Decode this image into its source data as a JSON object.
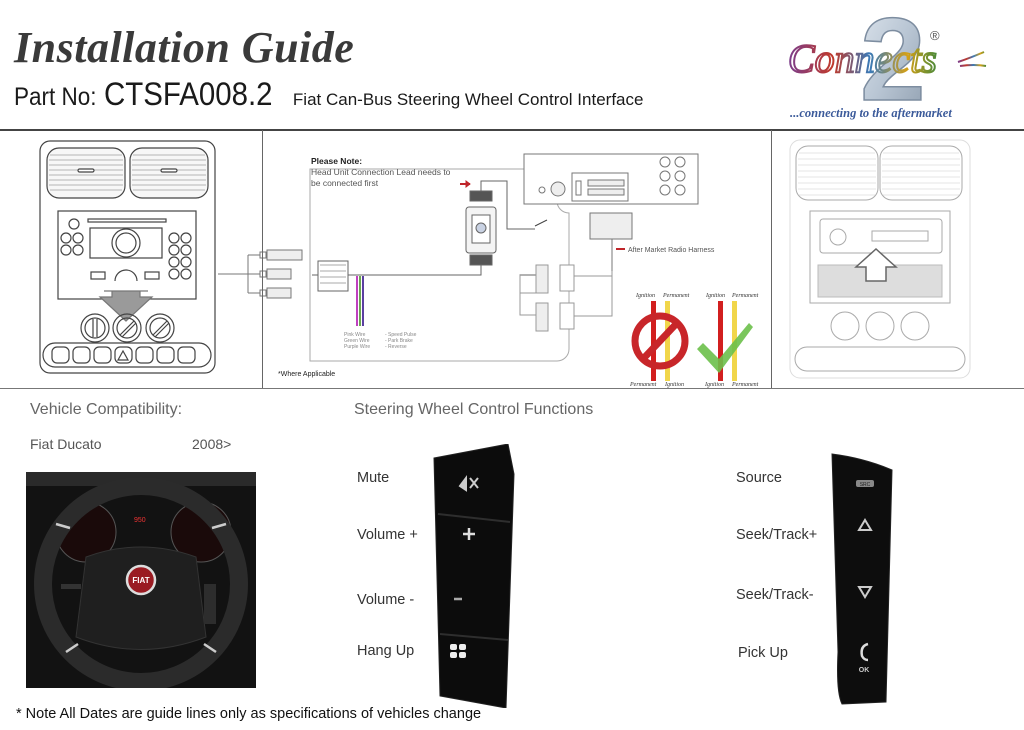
{
  "header": {
    "title": "Installation Guide",
    "part_label": "Part No:",
    "part_number": "CTSFA008.2",
    "part_description": "Fiat Can-Bus Steering Wheel Control Interface"
  },
  "logo": {
    "brand_text": "Connects",
    "numeral": "2",
    "registered": "®",
    "tagline": "...connecting to the aftermarket"
  },
  "diagram": {
    "note_title": "Please Note:",
    "note_line1": "Head Unit Connection Lead needs to",
    "note_line2": "be connected first",
    "harness_label": "After Market Radio Harness",
    "where_applicable": "*Where Applicable",
    "wires": [
      {
        "name": "Pink Wire",
        "function": "- Speed Pulse",
        "color": "#c040c0"
      },
      {
        "name": "Green Wire",
        "function": "- Park Brake",
        "color": "#6aa84f"
      },
      {
        "name": "Purple Wire",
        "function": "- Reverse",
        "color": "#5b3fa0"
      }
    ],
    "wrong_top_left": "Ignition",
    "wrong_top_right": "Permanent",
    "wrong_bottom_left": "Permanent",
    "wrong_bottom_right": "Ignition",
    "right_top_left": "Ignition",
    "right_top_right": "Permanent",
    "right_bottom_left": "Ignition",
    "right_bottom_right": "Permanent",
    "colors": {
      "ignition": "#d21f1f",
      "permanent": "#f1d64a",
      "prohibit": "#c8262a",
      "check": "#6cc04a",
      "arrow_red": "#c0252a"
    }
  },
  "compatibility": {
    "heading": "Vehicle Compatibility:",
    "vehicles": [
      {
        "model": "Fiat Ducato",
        "years": "2008>"
      }
    ]
  },
  "functions": {
    "heading": "Steering Wheel Control Functions",
    "left": [
      {
        "label": "Mute",
        "icon": "mute-icon"
      },
      {
        "label": "Volume +",
        "icon": "plus-icon"
      },
      {
        "label": "Volume -",
        "icon": "minus-icon"
      },
      {
        "label": "Hang Up",
        "icon": "hang-up-icon"
      }
    ],
    "right": [
      {
        "label": "Source",
        "icon": "src-icon",
        "glyph": "SRC"
      },
      {
        "label": "Seek/Track+",
        "icon": "triangle-up-icon"
      },
      {
        "label": "Seek/Track-",
        "icon": "triangle-down-icon"
      },
      {
        "label": "Pick Up",
        "icon": "phone-ok-icon",
        "glyph": "OK"
      }
    ]
  },
  "wheel_photo": {
    "badge": "FIAT"
  },
  "footnote": "* Note All Dates are guide lines only as specifications of vehicles change"
}
